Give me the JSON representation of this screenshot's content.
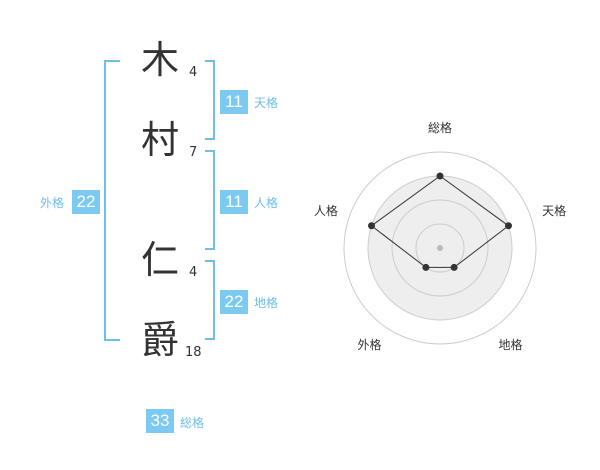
{
  "name": {
    "chars": [
      {
        "char": "木",
        "strokes": "4"
      },
      {
        "char": "村",
        "strokes": "7"
      },
      {
        "char": "仁",
        "strokes": "4"
      },
      {
        "char": "爵",
        "strokes": "18"
      }
    ]
  },
  "fortunes": {
    "tenkaku": {
      "label": "天格",
      "value": "11"
    },
    "jinkaku": {
      "label": "人格",
      "value": "11"
    },
    "chikaku": {
      "label": "地格",
      "value": "22"
    },
    "gaikaku": {
      "label": "外格",
      "value": "22"
    },
    "soukaku": {
      "label": "総格",
      "value": "33"
    }
  },
  "radar": {
    "axes": [
      "総格",
      "天格",
      "地格",
      "外格",
      "人格"
    ],
    "levels": 4,
    "values": [
      3,
      3,
      1,
      1,
      3
    ],
    "colors": {
      "grid": "#cccccc",
      "fill": "#eeeeee",
      "line": "#333333",
      "center": "#bbbbbb"
    }
  },
  "colors": {
    "accent": "#7ccaf2",
    "bracket": "#6fbde9",
    "text": "#333333"
  }
}
